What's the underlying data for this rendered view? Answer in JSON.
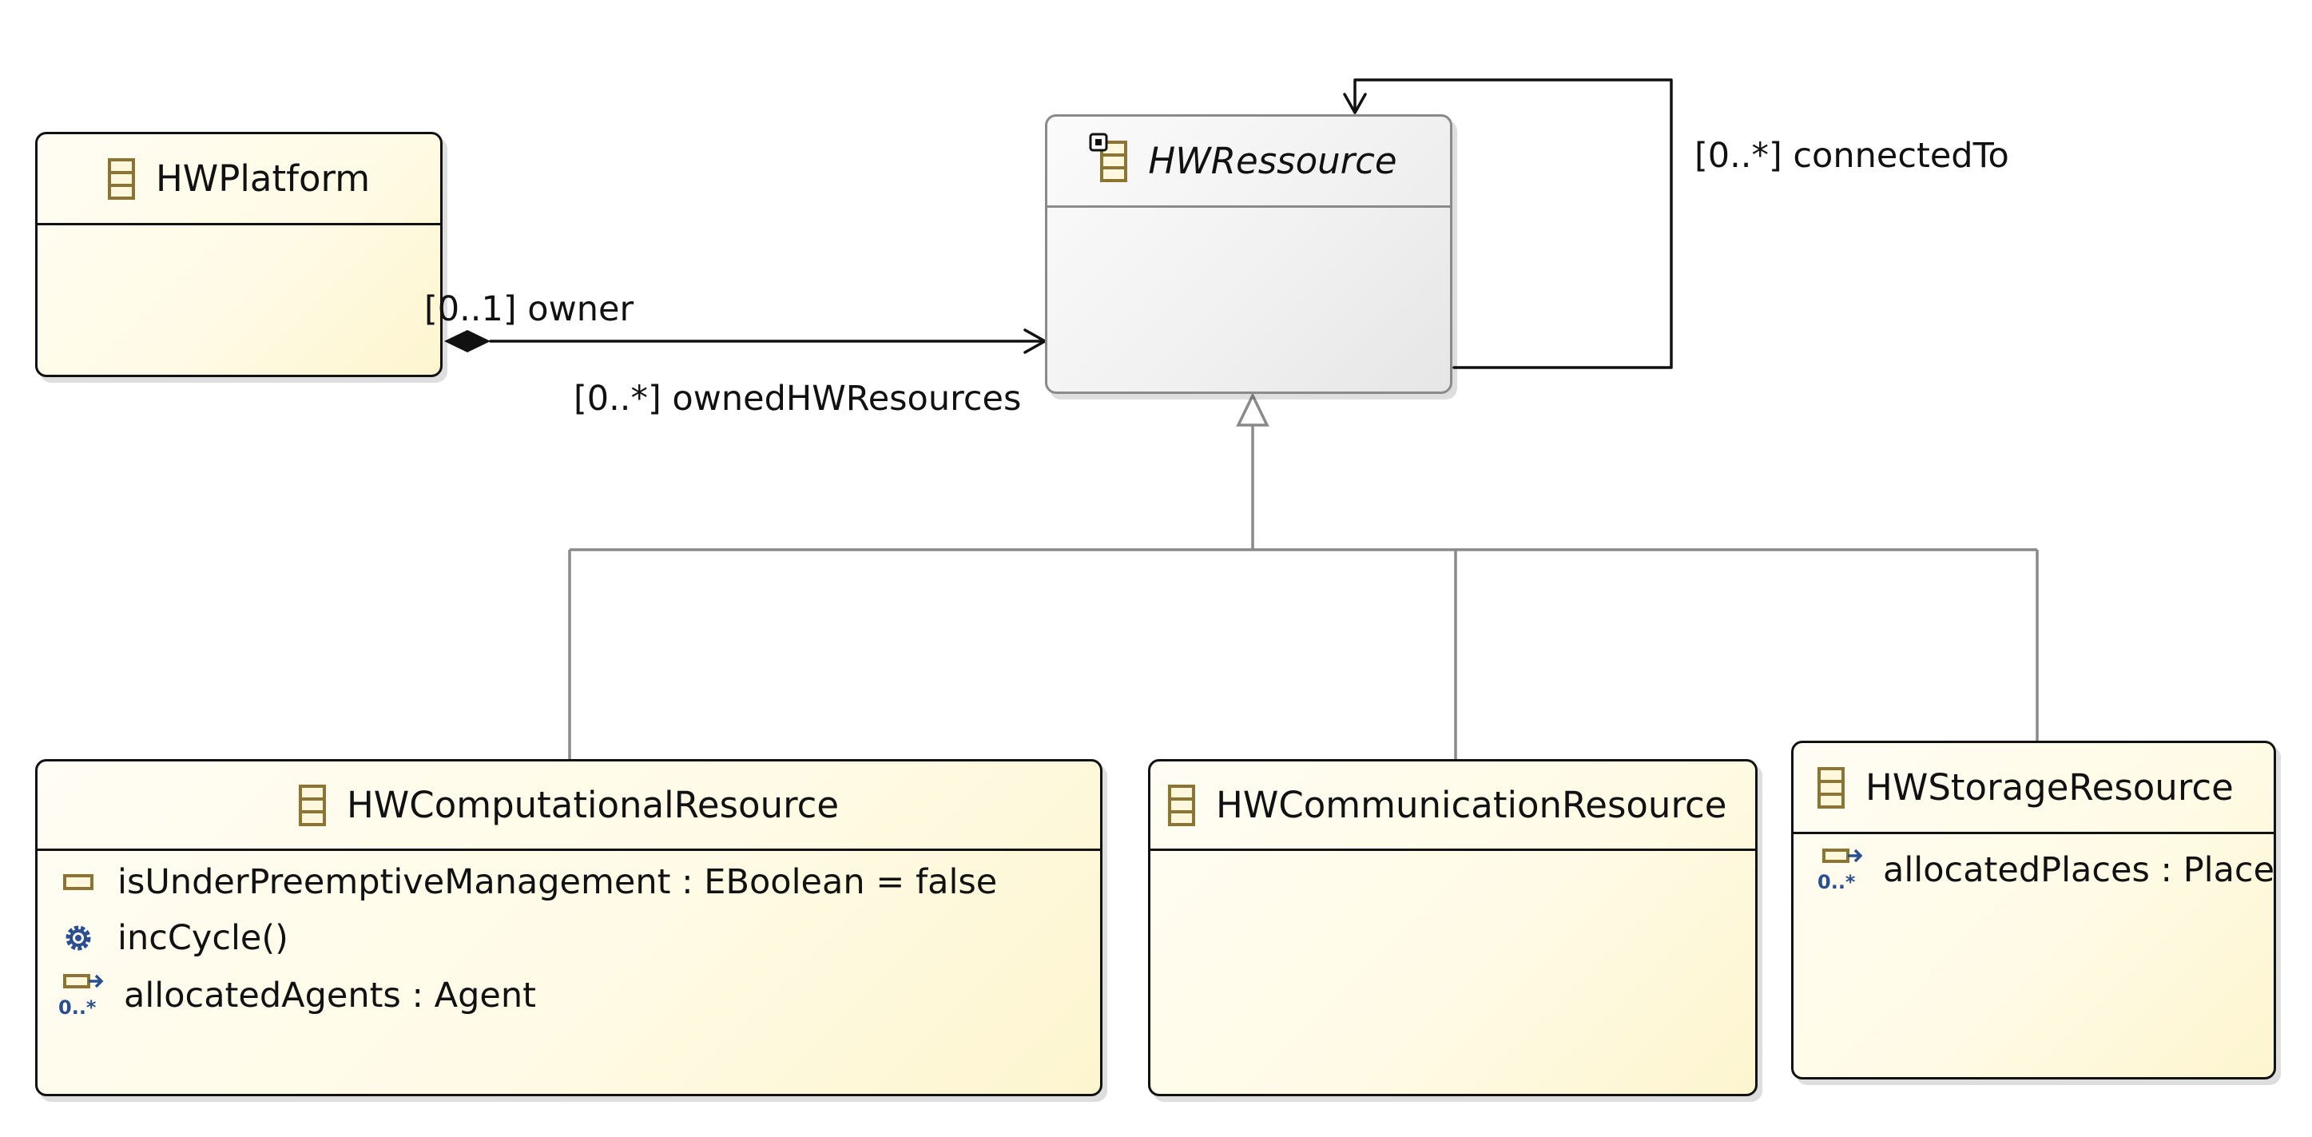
{
  "classes": {
    "hw_platform": {
      "name": "HWPlatform"
    },
    "hw_ressource": {
      "name": "HWRessource"
    },
    "hw_computational": {
      "name": "HWComputationalResource",
      "attribute": "isUnderPreemptiveManagement : EBoolean = false",
      "operation": "incCycle()",
      "reference": "allocatedAgents : Agent",
      "multiplicity": "0..*"
    },
    "hw_communication": {
      "name": "HWCommunicationResource"
    },
    "hw_storage": {
      "name": "HWStorageResource",
      "reference": "allocatedPlaces : Place",
      "multiplicity": "0..*"
    }
  },
  "relations": {
    "owner": "[0..1] owner",
    "owned": "[0..*] ownedHWResources",
    "connected_to": "[0..*] connectedTo"
  },
  "colors": {
    "class_fill": "#fffbe6",
    "abstract_fill": "#eeeeee",
    "border": "#111111",
    "abstract_border": "#8a8a8a",
    "icon_gold": "#8b7434",
    "icon_blue": "#2a4f8f"
  }
}
